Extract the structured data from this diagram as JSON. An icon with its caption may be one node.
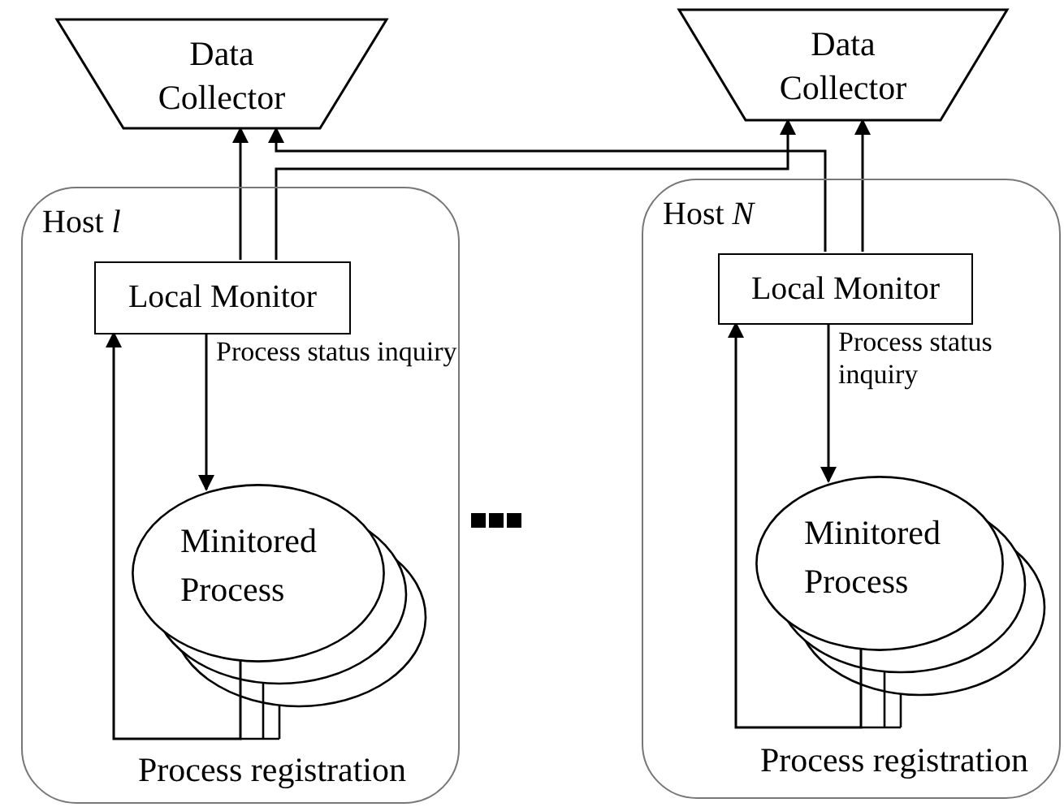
{
  "diagram": {
    "nodes": [
      {
        "text": [
          "Data Collector"
        ]
      },
      {
        "text": [
          "Data Collector"
        ]
      },
      {
        "text": [
          "Host *l*"
        ]
      },
      {
        "text": [
          "Local Monitor"
        ],
        "in": 2
      },
      {
        "text": [
          "Minitored Process"
        ],
        "in": 2
      },
      {
        "text": [
          "Host *N*"
        ]
      },
      {
        "text": [
          "Local Monitor"
        ],
        "in": 5
      },
      {
        "text": [
          "Minitored Process"
        ],
        "in": 5
      }
    ],
    "edges": [
      {
        "from": 3,
        "to": 0,
        "arrow": "to"
      },
      {
        "from": 3,
        "to": 1,
        "arrow": "to"
      },
      {
        "from": 6,
        "to": 0,
        "arrow": "to"
      },
      {
        "from": 6,
        "to": 1,
        "arrow": "to"
      },
      {
        "from": 3,
        "to": 4,
        "arrow": "to",
        "label": "Process status inquiry"
      },
      {
        "from": 4,
        "to": 3,
        "arrow": "to",
        "label": "Process registration"
      },
      {
        "from": 6,
        "to": 7,
        "arrow": "to",
        "label": "Process status inquiry"
      },
      {
        "from": 7,
        "to": 6,
        "arrow": "to",
        "label": "Process registration"
      }
    ]
  }
}
